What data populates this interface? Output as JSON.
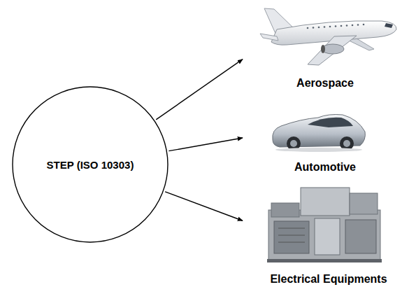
{
  "diagram": {
    "nodes": [
      {
        "text": [
          "STEP (ISO 10303)"
        ]
      },
      {
        "text": [
          "Aerospace"
        ]
      },
      {
        "text": [
          "Automotive"
        ]
      },
      {
        "text": [
          "Electrical Equipments"
        ]
      }
    ],
    "edges": [
      {
        "from": 0,
        "to": 1,
        "arrow": "to"
      },
      {
        "from": 0,
        "to": 2,
        "arrow": "to"
      },
      {
        "from": 0,
        "to": 3,
        "arrow": "to"
      }
    ]
  }
}
